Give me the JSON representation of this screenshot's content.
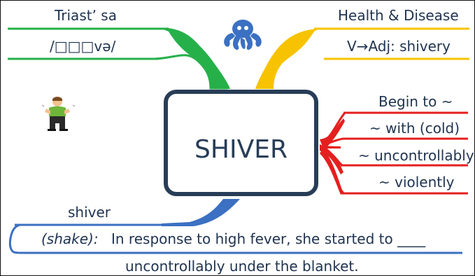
{
  "center": {
    "word": "SHIVER"
  },
  "top_left": {
    "line1": "Triastʼ sa",
    "line2": "/□□□və/"
  },
  "top_right": {
    "line1": "Health & Disease",
    "line2": "V→Adj: shivery"
  },
  "right_branch": {
    "head": "Begin to ~",
    "items": [
      "~ with (cold)",
      "~ uncontrollably",
      "~ violently"
    ]
  },
  "bottom": {
    "word": "shiver",
    "meaning": "(shake):",
    "sentence_line1": "In response to high fever, she started to ____",
    "sentence_line2": "uncontrollably under the blanket."
  },
  "colors": {
    "green": "#26b04a",
    "yellow": "#f7c300",
    "red": "#e51f1f",
    "blue": "#3b70c2",
    "navy": "#283d57"
  }
}
